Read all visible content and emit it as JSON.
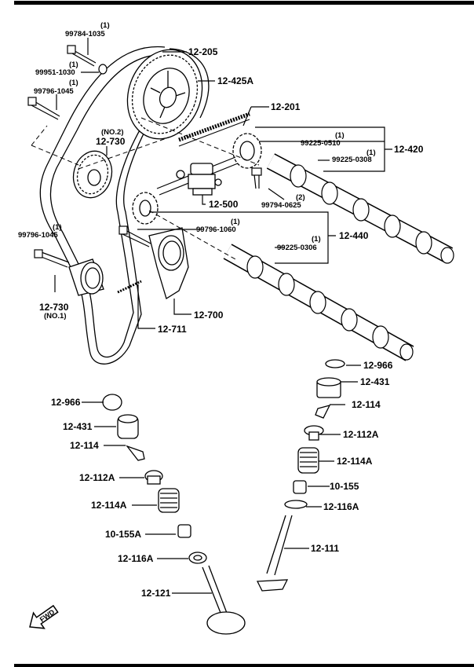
{
  "diagram": {
    "title": "Timing belt / camshaft / valve train exploded parts diagram",
    "accent_color": "#000000",
    "background_color": "#ffffff",
    "fwd_arrow": {
      "icon": "fwd-arrow-icon",
      "label": "FWD"
    },
    "parts": {
      "bolt_top": {
        "number": "99784-1035",
        "qty": "(1)"
      },
      "washer": {
        "number": "99951-1030",
        "qty": "(1)"
      },
      "bolt_left": {
        "number": "99796-1045",
        "qty": "(1)"
      },
      "belt": {
        "number": "12-205"
      },
      "cam_pulley": {
        "number": "12-425A"
      },
      "idler_no2": {
        "number": "12-730",
        "note": "(NO.2)"
      },
      "chain": {
        "number": "12-201"
      },
      "intake_cam_group": {
        "number": "12-420"
      },
      "pin_0510": {
        "number": "99225-0510",
        "qty": "(1)"
      },
      "pin_0308": {
        "number": "99225-0308",
        "qty": "(1)"
      },
      "chain_tensioner": {
        "number": "12-500"
      },
      "tensioner_bolt": {
        "number": "99794-0625",
        "qty": "(2)"
      },
      "bolt_lower_left": {
        "number": "99796-1045",
        "qty": "(1)"
      },
      "tensioner_bolt_1060": {
        "number": "99796-1060",
        "qty": "(1)"
      },
      "exhaust_cam_group": {
        "number": "12-440"
      },
      "pin_0306": {
        "number": "99225-0306",
        "qty": "(1)"
      },
      "idler_no1": {
        "number": "12-730",
        "note": "(NO.1)"
      },
      "belt_tensioner": {
        "number": "12-700"
      },
      "tensioner_spring": {
        "number": "12-711"
      },
      "left_stack": [
        {
          "number": "12-966"
        },
        {
          "number": "12-431"
        },
        {
          "number": "12-114"
        },
        {
          "number": "12-112A"
        },
        {
          "number": "12-114A"
        },
        {
          "number": "10-155A"
        },
        {
          "number": "12-116A"
        },
        {
          "number": "12-121"
        }
      ],
      "right_stack": [
        {
          "number": "12-966"
        },
        {
          "number": "12-431"
        },
        {
          "number": "12-114"
        },
        {
          "number": "12-112A"
        },
        {
          "number": "12-114A"
        },
        {
          "number": "10-155"
        },
        {
          "number": "12-116A"
        },
        {
          "number": "12-111"
        }
      ]
    }
  }
}
